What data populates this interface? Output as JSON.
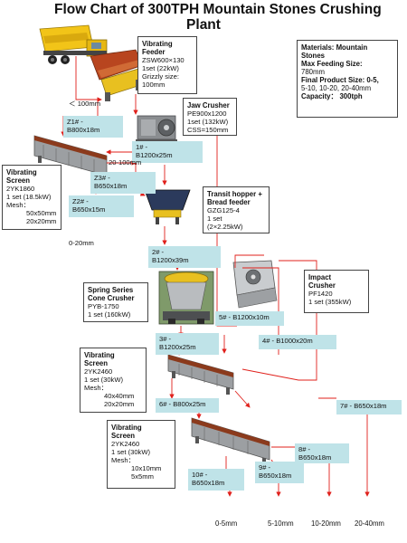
{
  "title": {
    "line1": "Flow Chart of 300TPH Mountain Stones Crushing",
    "line2": "Plant"
  },
  "materials_box": {
    "l1": "Materials: Mountain",
    "l2": "Stones",
    "l3": "Max Feeding Size:",
    "l4": "780mm",
    "l5": "Final Product Size: 0-5,",
    "l6": "5-10, 10-20, 20-40mm",
    "l7": "Capacity：   300tph"
  },
  "equipment": {
    "vibrating_feeder": {
      "name1": "Vibrating",
      "name2": "Feeder",
      "model": "ZSW600×130",
      "qty": "1set  (22kW)",
      "extra1": "Grizzly size:",
      "extra2": "100mm"
    },
    "jaw_crusher": {
      "name": "Jaw Crusher",
      "model": "PE900x1200",
      "qty": "1set  (132kW)",
      "extra": "CSS=150mm"
    },
    "vibrating_screen_1": {
      "name1": "Vibrating",
      "name2": "Screen",
      "model": "2YK1860",
      "qty": "1 set  (18.5kW)",
      "mesh": "Mesh：",
      "mesh1": "50x50mm",
      "mesh2": "20x20mm"
    },
    "transit_hopper": {
      "name1": "Transit hopper +",
      "name2": "Bread feeder",
      "model": "GZG125-4",
      "qty": "1 set",
      "extra": "(2×2.25kW)"
    },
    "cone_crusher": {
      "name1": "Spring Series",
      "name2": "Cone Crusher",
      "model": "PYB-1750",
      "qty": "1 set  (160kW)"
    },
    "impact_crusher": {
      "name1": "Impact",
      "name2": "Crusher",
      "model": "PF1420",
      "qty": "1 set  (355kW)"
    },
    "vibrating_screen_2": {
      "name1": "Vibrating",
      "name2": "Screen",
      "model": "2YK2460",
      "qty": "1 set  (30kW)",
      "mesh": "Mesh：",
      "mesh1": "40x40mm",
      "mesh2": "20x20mm"
    },
    "vibrating_screen_3": {
      "name1": "Vibrating",
      "name2": "Screen",
      "model": "2YK2460",
      "qty": "1 set  (30kW)",
      "mesh": "Mesh：",
      "mesh1": "10x10mm",
      "mesh2": "5x5mm"
    }
  },
  "belts": {
    "z1": {
      "id": "Z1# -",
      "size": "B800x18m"
    },
    "b1": {
      "id": "1# -",
      "size": "B1200x25m"
    },
    "z3": {
      "id": "Z3# -",
      "size": "B650x18m"
    },
    "z2": {
      "id": "Z2# -",
      "size": "B650x15m"
    },
    "b2": {
      "id": "2# -",
      "size": "B1200x39m"
    },
    "b5": {
      "text": "5# - B1200x10m"
    },
    "b3": {
      "id": "3# -",
      "size": "B1200x25m"
    },
    "b4": {
      "text": "4# - B1000x20m"
    },
    "b6": {
      "text": "6# - B800x25m"
    },
    "b7": {
      "text": "7# - B650x18m"
    },
    "b8": {
      "id": "8# -",
      "size": "B650x18m"
    },
    "b9": {
      "id": "9# -",
      "size": "B650x18m"
    },
    "b10": {
      "id": "10# -",
      "size": "B650x18m"
    }
  },
  "flow_labels": {
    "lt100": "＜ 100mm",
    "r20_100": "20-100mm",
    "r0_20": "0-20mm"
  },
  "products": {
    "p1": "0-5mm",
    "p2": "5-10mm",
    "p3": "10-20mm",
    "p4": "20-40mm"
  },
  "colors": {
    "flow_line": "#e0201b",
    "belt_fill": "#bfe3e8",
    "truck_yellow": "#f2c418",
    "feeder_yellow": "#e8c020",
    "crusher_gray": "#8a8d90",
    "screen_brown": "#8b3a1c"
  }
}
